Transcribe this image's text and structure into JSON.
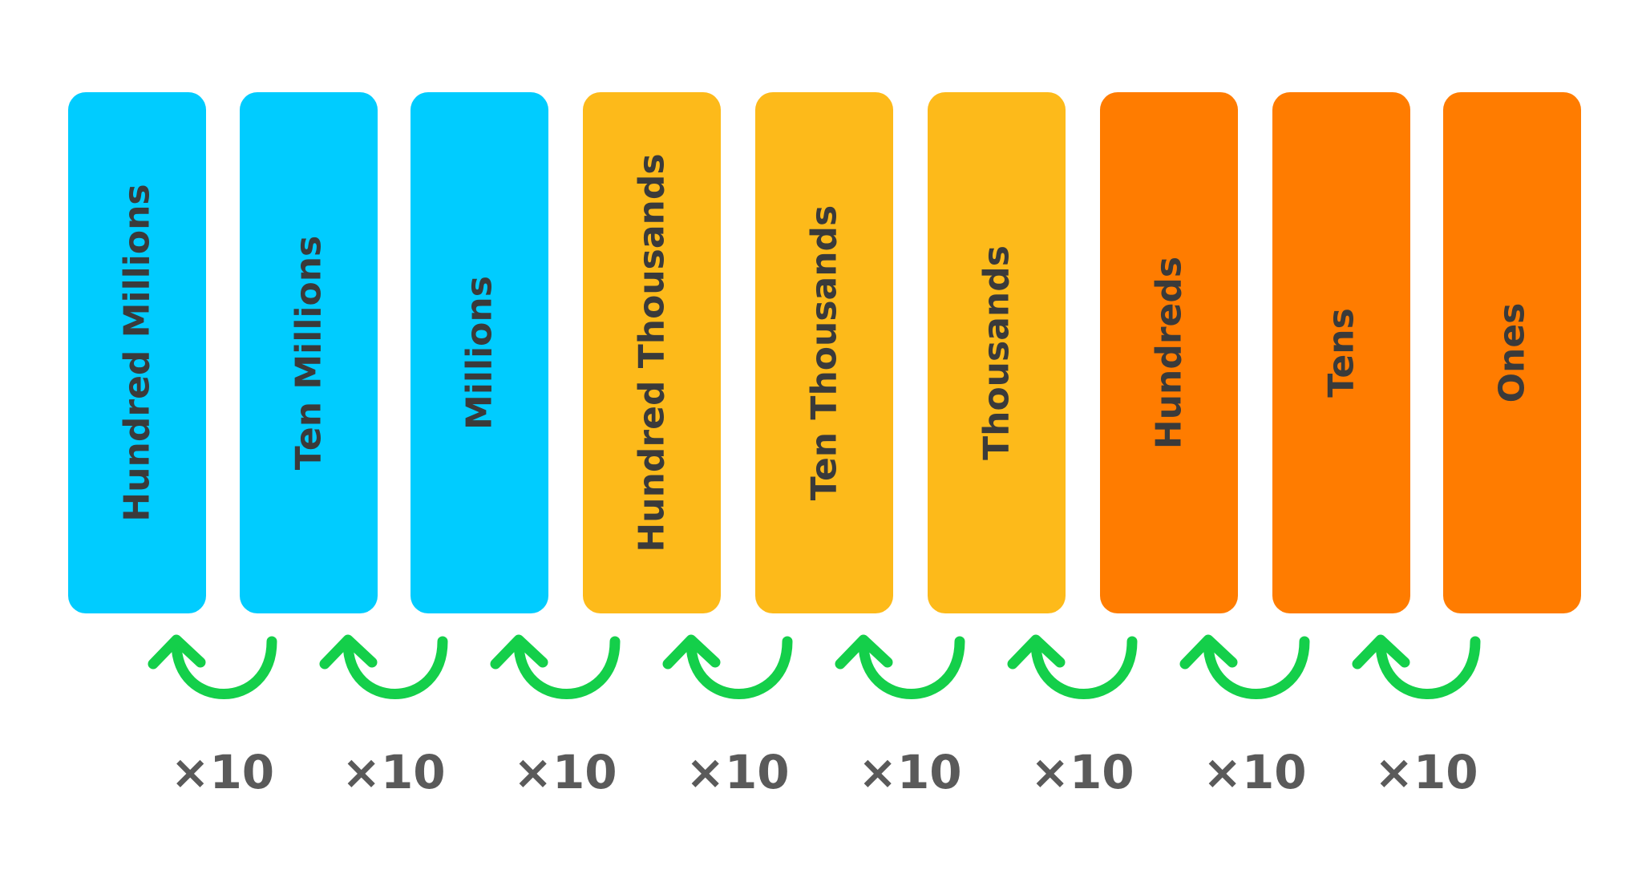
{
  "columns": [
    {
      "label": "Hundred Millions",
      "color": "#00CCFF"
    },
    {
      "label": "Ten Millions",
      "color": "#00CCFF"
    },
    {
      "label": "Millions",
      "color": "#00CCFF"
    },
    {
      "label": "Hundred Thousands",
      "color": "#FDBA1A"
    },
    {
      "label": "Ten Thousands",
      "color": "#FDBA1A"
    },
    {
      "label": "Thousands",
      "color": "#FDBA1A"
    },
    {
      "label": "Hundreds",
      "color": "#FF7C00"
    },
    {
      "label": "Tens",
      "color": "#FF7C00"
    },
    {
      "label": "Ones",
      "color": "#FF7C00"
    }
  ],
  "arrows": [
    {
      "label": "×10"
    },
    {
      "label": "×10"
    },
    {
      "label": "×10"
    },
    {
      "label": "×10"
    },
    {
      "label": "×10"
    },
    {
      "label": "×10"
    },
    {
      "label": "×10"
    },
    {
      "label": "×10"
    }
  ],
  "colors": {
    "column_text": "#3A3A3A",
    "arrow": "#14CF4A",
    "multiplier_text": "#5A5A5A"
  }
}
